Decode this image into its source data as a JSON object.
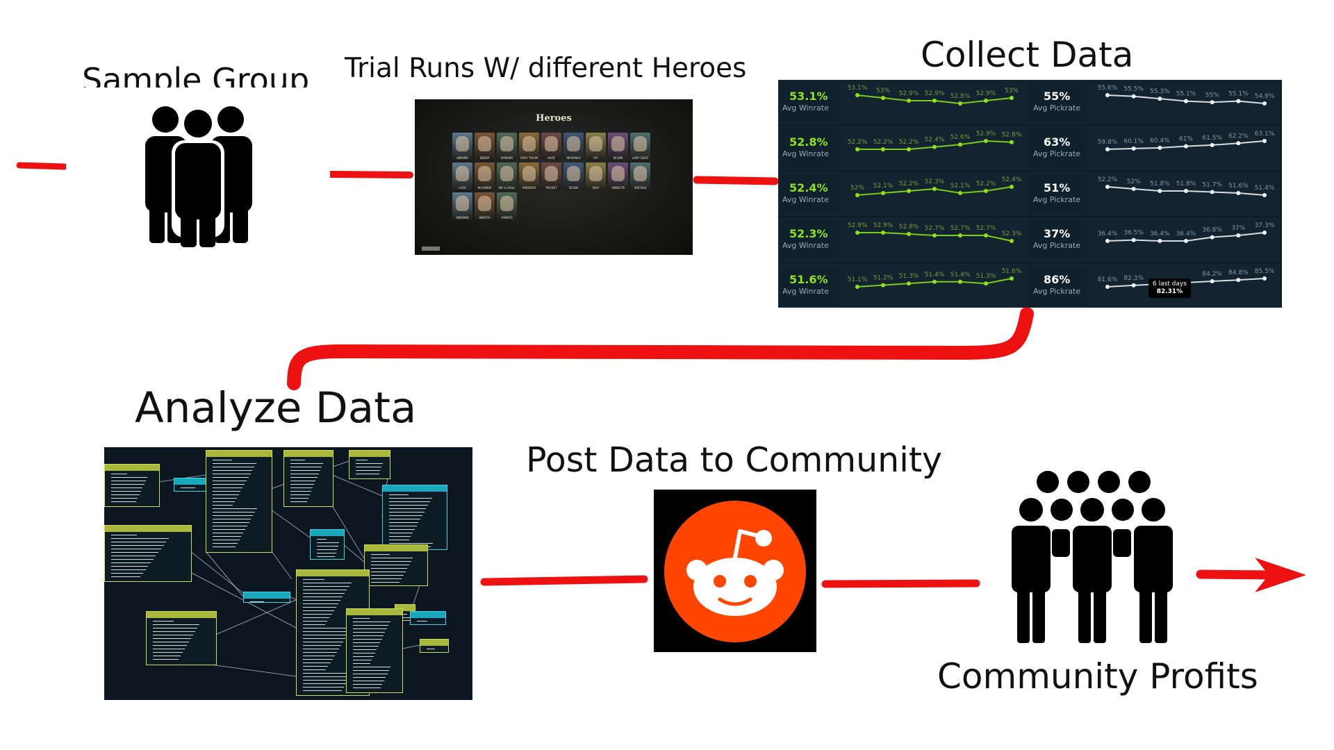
{
  "labels": {
    "sample_group": "Sample Group",
    "trial_runs": "Trial Runs W/ different Heroes",
    "collect_data": "Collect Data",
    "analyze_data": "Analyze Data",
    "post_data": "Post Data to Community",
    "community_profits": "Community Profits"
  },
  "icons": {
    "sample_group": "people-group-icon",
    "community": "crowd-icon",
    "reddit": "reddit-logo-icon"
  },
  "colors": {
    "arrow": "#ee1111",
    "winrate_green": "#8ee31c",
    "reddit_orange": "#ff4500",
    "panel_bg": "#0e1a24"
  },
  "heroes_screen": {
    "title": "Heroes",
    "names": [
      "ABRAMS",
      "BEBOP",
      "DYNAMO",
      "GREY TALON",
      "HAZE",
      "INFERNUS",
      "IVY",
      "KELVIN",
      "LADY GEIST",
      "LASH",
      "McGINNIS",
      "MO & KRILL",
      "PARADOX",
      "POCKET",
      "SEVEN",
      "SHIV",
      "VINDICTA",
      "VISCOUS",
      "WARDEN",
      "WRAITH",
      "YAMATO"
    ]
  },
  "stats": {
    "winrate_label": "Avg Winrate",
    "pickrate_label": "Avg Pickrate",
    "rows": [
      {
        "winrate": "53.1%",
        "pickrate": "55%",
        "wr_points": [
          "53.1%",
          "53%",
          "52.9%",
          "52.9%",
          "52.8%",
          "52.9%",
          "53%"
        ],
        "pr_points": [
          "55.6%",
          "55.5%",
          "55.3%",
          "55.1%",
          "55%",
          "55.1%",
          "54.9%"
        ]
      },
      {
        "winrate": "52.8%",
        "pickrate": "63%",
        "wr_points": [
          "52.2%",
          "52.2%",
          "52.2%",
          "52.4%",
          "52.6%",
          "52.9%",
          "52.8%"
        ],
        "pr_points": [
          "59.8%",
          "60.1%",
          "60.4%",
          "61%",
          "61.5%",
          "62.2%",
          "63.1%"
        ]
      },
      {
        "winrate": "52.4%",
        "pickrate": "51%",
        "wr_points": [
          "52%",
          "52.1%",
          "52.2%",
          "52.3%",
          "52.1%",
          "52.2%",
          "52.4%"
        ],
        "pr_points": [
          "52.2%",
          "52%",
          "51.8%",
          "51.8%",
          "51.7%",
          "51.6%",
          "51.4%"
        ]
      },
      {
        "winrate": "52.3%",
        "pickrate": "37%",
        "wr_points": [
          "52.9%",
          "52.9%",
          "52.8%",
          "52.7%",
          "52.7%",
          "52.7%",
          "52.3%"
        ],
        "pr_points": [
          "36.4%",
          "36.5%",
          "36.4%",
          "36.4%",
          "36.8%",
          "37%",
          "37.3%"
        ]
      },
      {
        "winrate": "51.6%",
        "pickrate": "86%",
        "wr_points": [
          "51.1%",
          "51.2%",
          "51.3%",
          "51.4%",
          "51.4%",
          "51.3%",
          "51.6%"
        ],
        "pr_points": [
          "81.6%",
          "82.3%",
          "",
          "",
          "84.2%",
          "84.8%",
          "85.5%"
        ]
      }
    ],
    "tooltip": {
      "line1": "6 last days",
      "line2": "82.31%"
    }
  }
}
